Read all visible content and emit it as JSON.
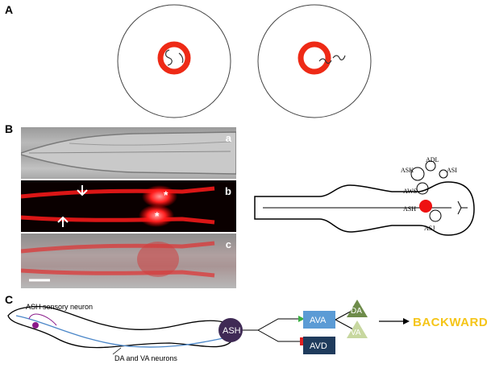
{
  "panels": {
    "a_letter": "A",
    "b_letter": "B",
    "c_letter": "C"
  },
  "micrographs": {
    "sub_a": "a",
    "sub_b": "b",
    "sub_c": "c",
    "asterisk_1": "*",
    "asterisk_2": "*"
  },
  "neuron_map": {
    "labels": [
      "ASK",
      "ADL",
      "ASI",
      "AWS",
      "ASH",
      "ASJ"
    ]
  },
  "worm_diagram": {
    "ash_label": "ASH sensory neuron",
    "motor_label": "DA and VA neurons"
  },
  "circuit": {
    "ash": "ASH",
    "ava": "AVA",
    "avd": "AVD",
    "da": "DA",
    "va": "VA",
    "output": "BACKWARD"
  },
  "colors": {
    "ring_red": "#ee2a16",
    "ash_node": "#3f2a55",
    "ava_node": "#5b9bd5",
    "avd_node": "#1f3b5c",
    "da_node": "#6e8c4a",
    "va_node": "#c7d79f",
    "backward": "#f5c518",
    "excitatory": "#3cb043",
    "inhibitory": "#e02020"
  }
}
